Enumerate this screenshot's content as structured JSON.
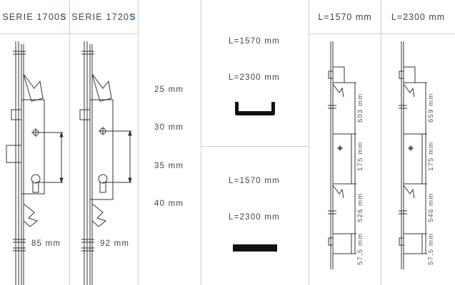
{
  "columns": {
    "serie1700": {
      "label": "SERIE 1700",
      "suffix": "S",
      "backset": "85 mm"
    },
    "serie1720": {
      "label": "SERIE 1720",
      "suffix": "S",
      "backset": "92 mm"
    },
    "depths": [
      "25 mm",
      "30 mm",
      "35 mm",
      "40 mm"
    ],
    "profiles": {
      "upper": {
        "length_a": "L=1570 mm",
        "length_b": "L=2300 mm",
        "shape": "u-channel"
      },
      "lower": {
        "length_a": "L=1570 mm",
        "length_b": "L=2300 mm",
        "shape": "flat-bar"
      }
    },
    "len1570": {
      "label": "L=1570 mm",
      "dims": [
        "603 mm",
        "175 mm",
        "526 mm",
        "57,5 mm"
      ]
    },
    "len2300": {
      "label": "L=2300 mm",
      "dims": [
        "659 mm",
        "175 mm",
        "546 mm",
        "57,5 mm"
      ]
    }
  },
  "colors": {
    "accent": "#2e6f8e",
    "line": "#cfcfcf",
    "drawing": "#333333"
  }
}
